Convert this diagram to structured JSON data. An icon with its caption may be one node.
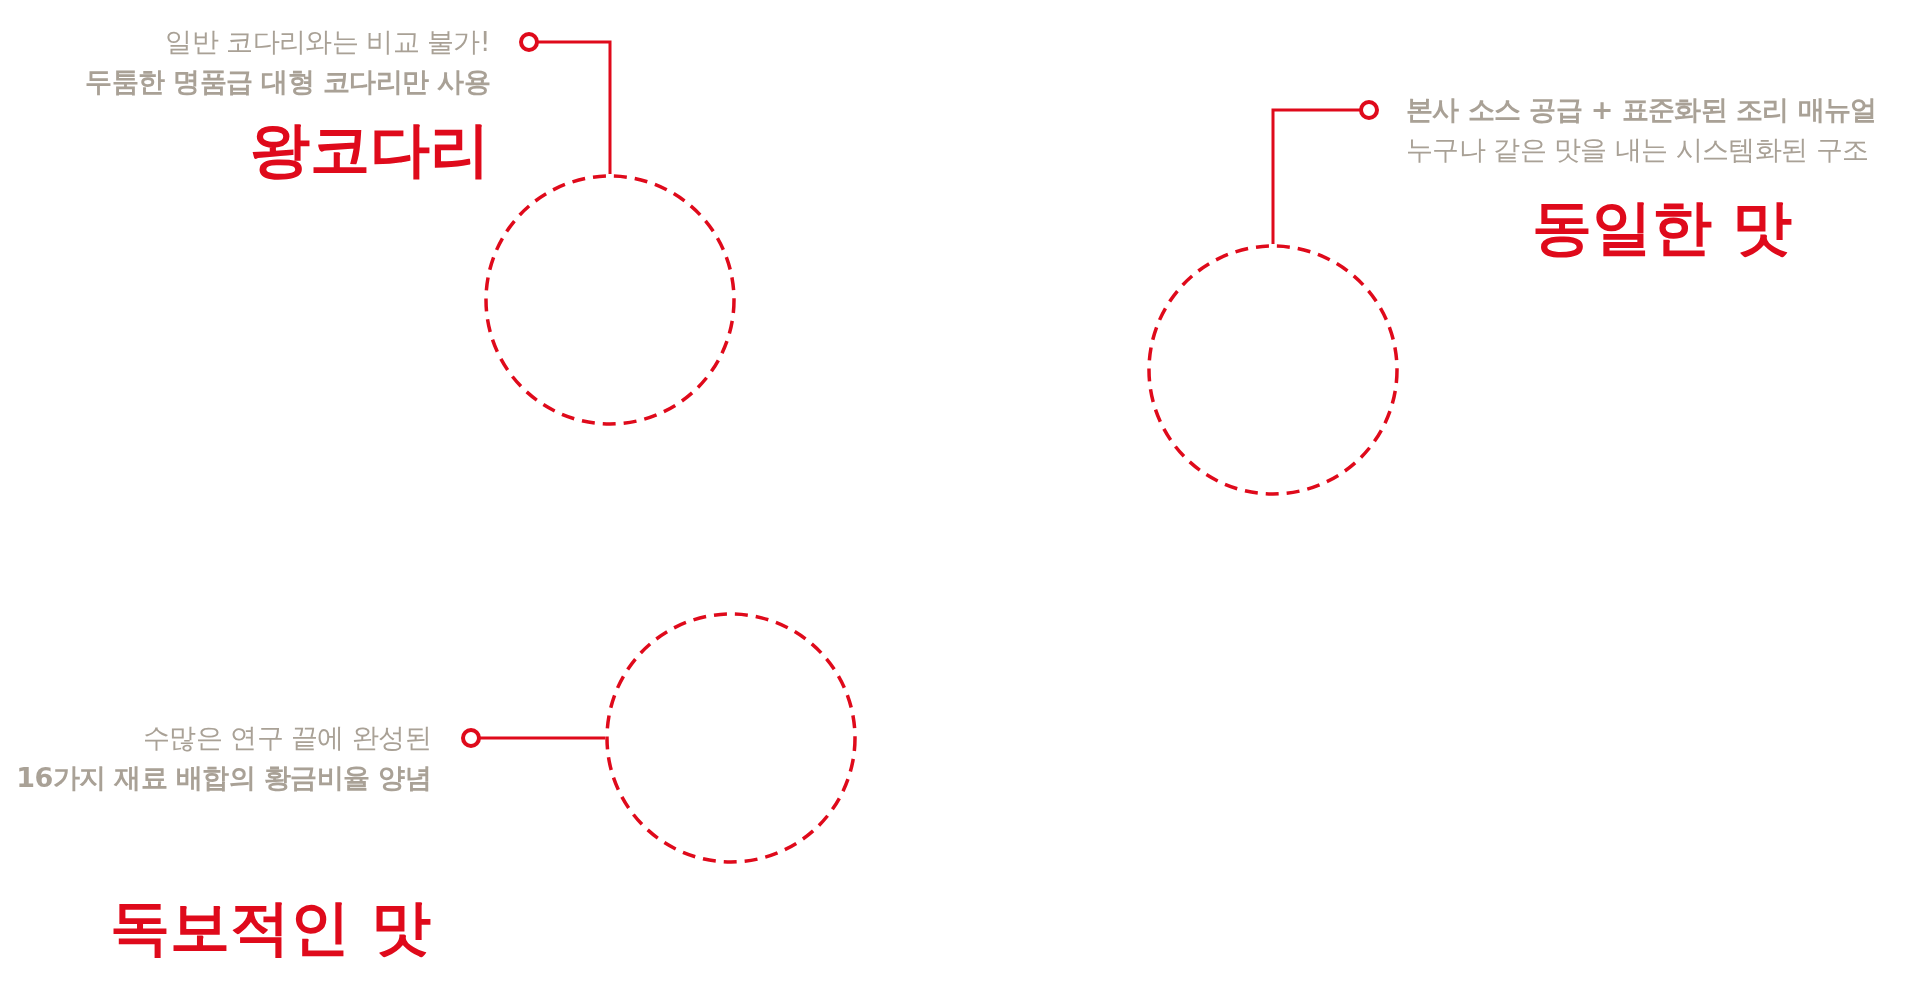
{
  "diagram": {
    "nodes": [
      {
        "text": [
          "일반 코다리와는 비교 불가!",
          "두툼한 명품급 대형 코다리만 사용",
          "왕코다리"
        ]
      },
      {
        "text": [],
        "shape": "circle"
      },
      {
        "text": [
          "본사 소스 공급 + 표준화된 조리 매뉴얼",
          "누구나 같은 맛을 내는 시스템화된 구조",
          "동일한 맛"
        ]
      },
      {
        "text": [],
        "shape": "circle"
      },
      {
        "text": [
          "수많은 연구 끝에 완성된",
          "16가지 재료 배합의 황금비율 양념",
          "독보적인 맛"
        ]
      },
      {
        "text": [],
        "shape": "circle"
      }
    ],
    "edges": [
      {
        "from": 0,
        "to": 1,
        "arrow": "other"
      },
      {
        "from": 2,
        "to": 3,
        "arrow": "other"
      },
      {
        "from": 4,
        "to": 5,
        "arrow": "other"
      }
    ]
  }
}
